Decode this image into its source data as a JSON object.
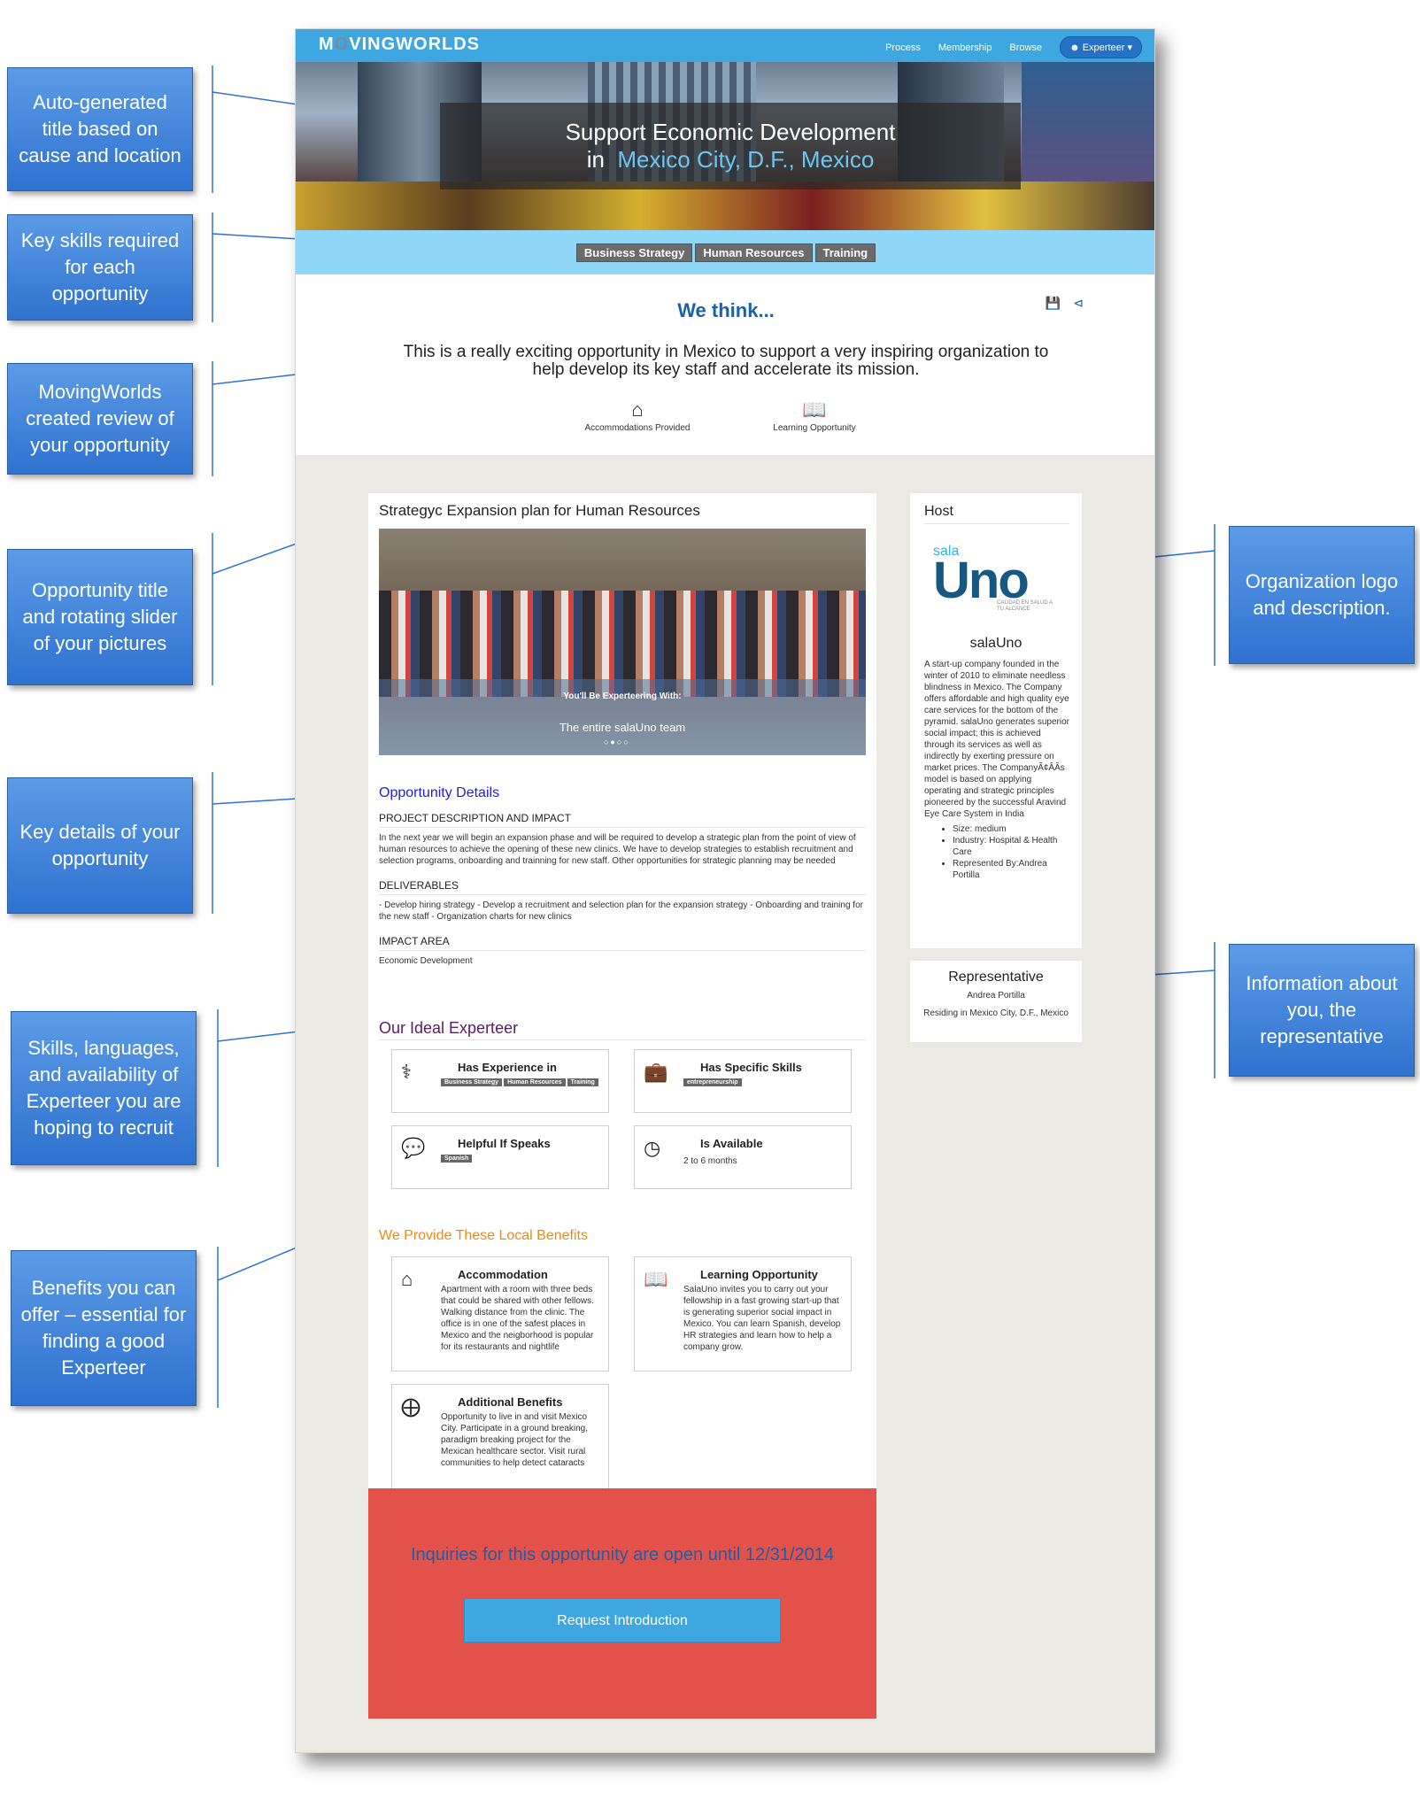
{
  "nav": {
    "logo": "MOVINGWORLDS",
    "logo_parts": [
      "M",
      "O",
      "VINGWORLDS"
    ],
    "links": [
      "Process",
      "Membership",
      "Browse"
    ],
    "user_button": "Experteer"
  },
  "hero": {
    "line1": "Support Economic Development",
    "line2_prefix": "in",
    "location": "Mexico City, D.F., Mexico"
  },
  "skills": [
    "Business Strategy",
    "Human Resources",
    "Training"
  ],
  "think": {
    "heading": "We think...",
    "review": "This is a really exciting opportunity in Mexico to support a very inspiring organization to help develop its key staff and accelerate its mission.",
    "perks": [
      "Accommodations Provided",
      "Learning Opportunity"
    ]
  },
  "opportunity": {
    "title": "Strategyc Expansion plan for Human Resources",
    "slider_caption_heading": "You'll Be Experteering With:",
    "slider_caption_text": "The entire salaUno team",
    "details_heading": "Opportunity Details",
    "project_label": "PROJECT DESCRIPTION AND IMPACT",
    "project_text": "In the next year we will begin an expansion phase and will be required to develop a strategic plan from the point of view of human resources to achieve the opening of these new clinics. We have to develop strategies to establish recruitment and selection programs, onboarding and trainning for new staff. Other opportunities for strategic planning may be needed",
    "deliverables_label": "DELIVERABLES",
    "deliverables_text": "- Develop hiring strategy - Develop a recruitment and selection plan for the expansion strategy - Onboarding and training for the new staff - Organization charts for new clinics",
    "impact_label": "IMPACT AREA",
    "impact_text": "Economic Development"
  },
  "ideal": {
    "heading": "Our Ideal Experteer",
    "experience_title": "Has Experience in",
    "experience_tags": [
      "Business Strategy",
      "Human Resources",
      "Training"
    ],
    "skills_title": "Has Specific Skills",
    "skills_tags": [
      "entrepreneurship"
    ],
    "speaks_title": "Helpful If Speaks",
    "speaks_tags": [
      "Spanish"
    ],
    "available_title": "Is Available",
    "available_text": "2 to 6 months"
  },
  "benefits": {
    "heading": "We Provide These Local Benefits",
    "accommodation_title": "Accommodation",
    "accommodation_text": "Apartment with a room with three beds that could be shared with other fellows. Walking distance from the clinic. The office is in one of the safest places in Mexico and the neigborhood is popular for its restaurants and nightlife",
    "learning_title": "Learning Opportunity",
    "learning_text": "SalaUno invites you to carry out your fellowship in a fast growing start-up that is generating superior social impact in Mexico. You can learn Spanish, develop HR strategies and learn how to help a company grow.",
    "additional_title": "Additional Benefits",
    "additional_text": "Opportunity to live in and visit Mexico City. Participate in a ground breaking, paradigm breaking project for the Mexican healthcare sector. Visit rural communities to help detect cataracts"
  },
  "cta": {
    "message": "Inquiries for this opportunity are open until 12/31/2014",
    "button": "Request Introduction"
  },
  "host": {
    "heading": "Host",
    "logo_small": "sala",
    "logo_big": "Uno",
    "logo_tagline": "CALIDAD EN SALUD A TU ALCANCE",
    "name": "salaUno",
    "description": "A start-up company founded in the winter of 2010 to eliminate needless blindness in Mexico. The Company offers affordable and high quality eye care services for the bottom of the pyramid. salaUno generates superior social impact; this is achieved through its services as well as indirectly by exerting pressure on market prices. The CompanyÃ¢ÂÂs model is based on applying operating and strategic principles pioneered by the successful Aravind Eye Care System in India",
    "facts": [
      "Size: medium",
      "Industry: Hospital & Health Care",
      "Represented By:Andrea Portilla"
    ]
  },
  "representative": {
    "heading": "Representative",
    "name": "Andrea Portilla",
    "residence": "Residing in Mexico City, D.F., Mexico"
  },
  "callouts": [
    "Auto-generated title based on cause and location",
    "Key skills required for each opportunity",
    "MovingWorlds created review of your opportunity",
    "Opportunity title and rotating slider of your pictures",
    "Key details of your opportunity",
    "Skills, languages, and availability of Experteer you are hoping to recruit",
    "Benefits you can offer – essential for finding a good Experteer",
    "Organization logo and description.",
    "Information about you, the representative"
  ],
  "colors": {
    "nav_blue": "#3ea7e0",
    "skills_bar": "#8fd6f7",
    "cta_red": "#e2524a",
    "heading_blue": "#1d5fa8",
    "details_blue": "#1f1fd0",
    "ideal_purple": "#5a1a6f",
    "benefits_orange": "#f08a17"
  },
  "icons": [
    "home-icon",
    "book-icon",
    "save-icon",
    "share-icon",
    "user-icon",
    "doctor-icon",
    "briefcase-icon",
    "speech-bubble-icon",
    "clock-icon",
    "plus-circle-icon"
  ]
}
